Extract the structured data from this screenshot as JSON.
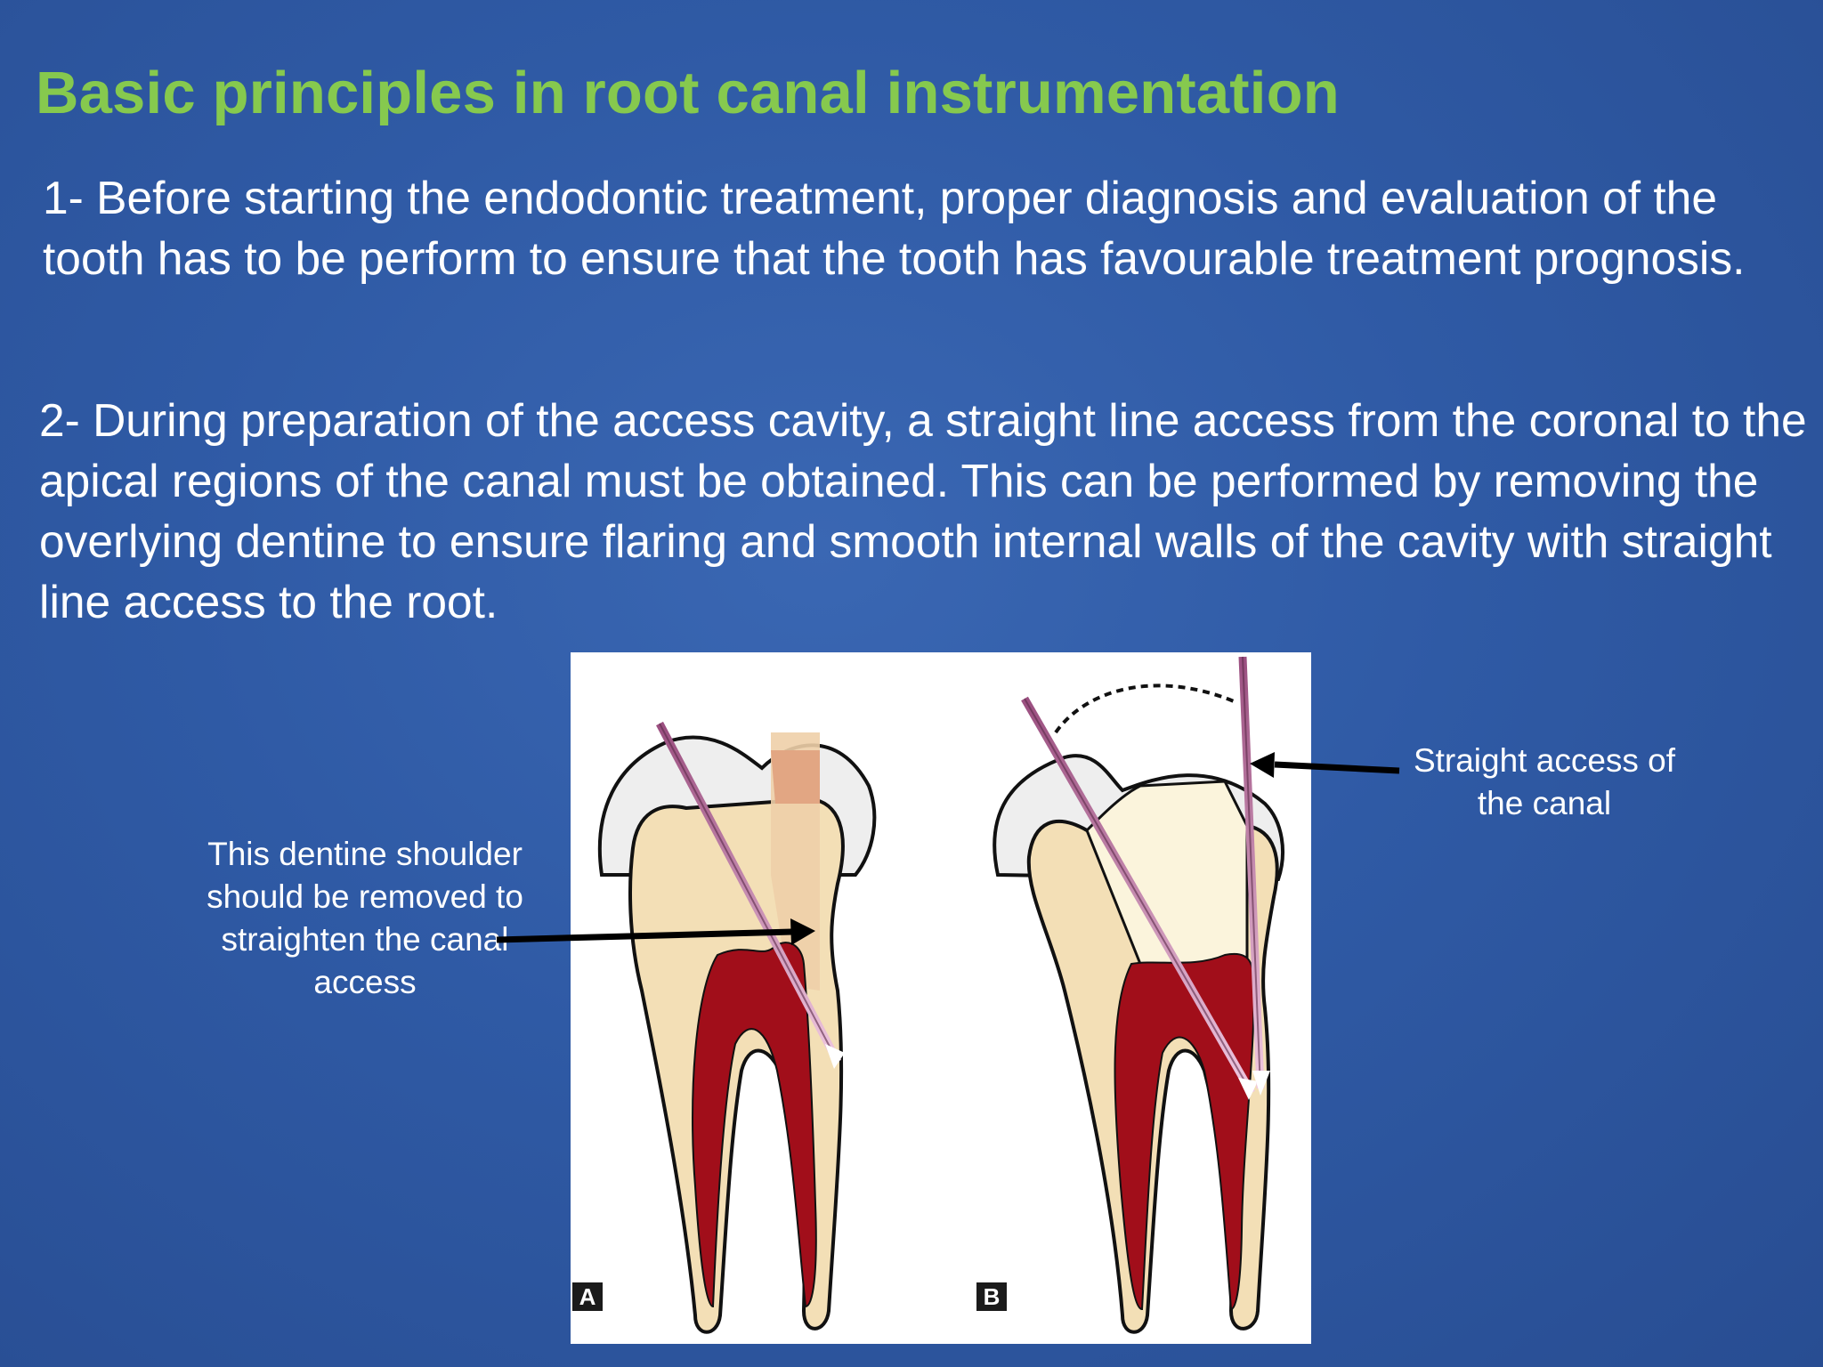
{
  "slide": {
    "title": "Basic principles in root canal instrumentation",
    "point1": "1- Before starting the endodontic treatment, proper diagnosis and evaluation of the tooth has to be perform to ensure that the tooth has favourable treatment prognosis.",
    "point2": "2- During preparation of the access cavity, a straight line access from the coronal to the apical regions of the canal must be obtained. This can be performed by removing the overlying dentine to ensure flaring and smooth internal walls of the cavity with straight line access to the root."
  },
  "figure": {
    "panel_a_label": "A",
    "panel_b_label": "B",
    "callout_left": "This dentine shoulder should be removed to straighten the canal access",
    "callout_right": "Straight access of the canal"
  },
  "colors": {
    "title": "#86c94e",
    "text": "#ffffff",
    "pulp": "#a10e1a",
    "dentine": "#f3dfb6",
    "enamel": "#eeeeee",
    "instrument": "#b06a94"
  }
}
